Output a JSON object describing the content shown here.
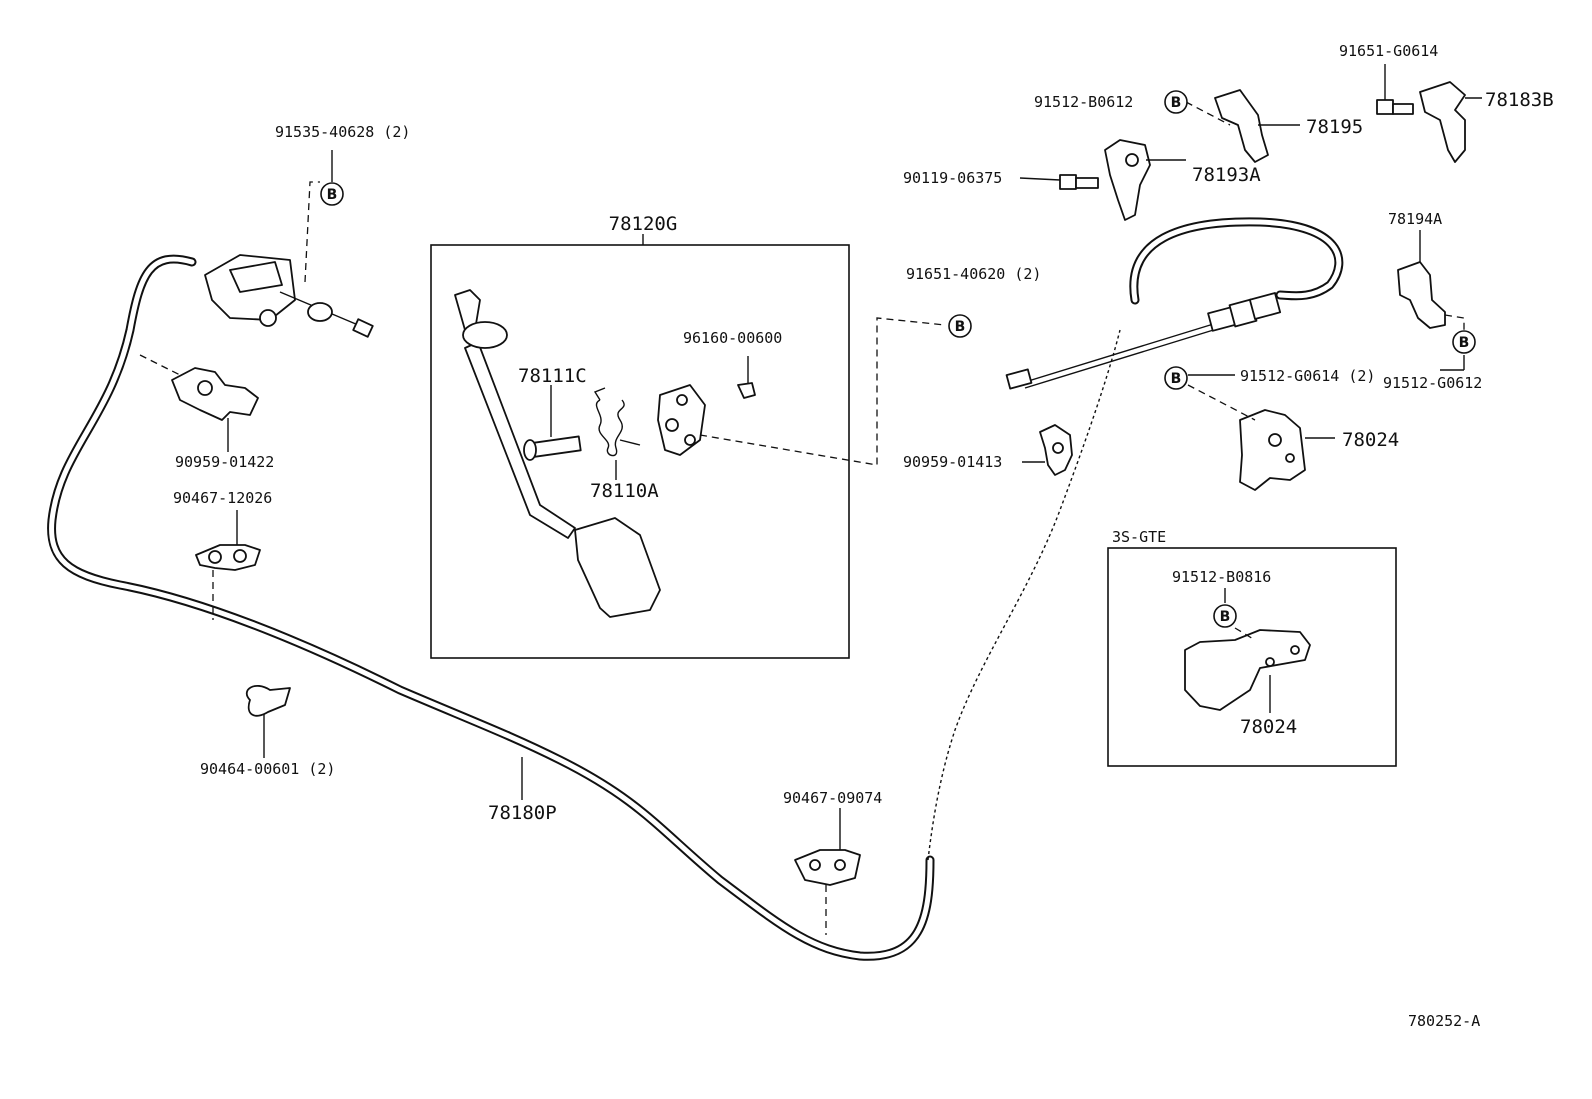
{
  "diagram": {
    "reference_code": "780252-A",
    "bolt_marker": "B",
    "inset_title": "3S-GTE",
    "labels": {
      "p78120G": "78120G",
      "p78111C": "78111C",
      "p78110A": "78110A",
      "p96160_00600": "96160-00600",
      "p91651_40620": "91651-40620 (2)",
      "p91535_40628": "91535-40628 (2)",
      "p90959_01422": "90959-01422",
      "p90467_12026": "90467-12026",
      "p90464_00601": "90464-00601 (2)",
      "p78180P": "78180P",
      "p90467_09074": "90467-09074",
      "p91512_B0612": "91512-B0612",
      "p78195": "78195",
      "p90119_06375": "90119-06375",
      "p78193A": "78193A",
      "p91651_G0614": "91651-G0614",
      "p78183B": "78183B",
      "p78194A": "78194A",
      "p91512_G0612": "91512-G0612",
      "p91512_G0614": "91512-G0614 (2)",
      "p78024": "78024",
      "p90959_01413": "90959-01413",
      "p91512_B0816": "91512-B0816",
      "p78024_inset": "78024"
    }
  }
}
